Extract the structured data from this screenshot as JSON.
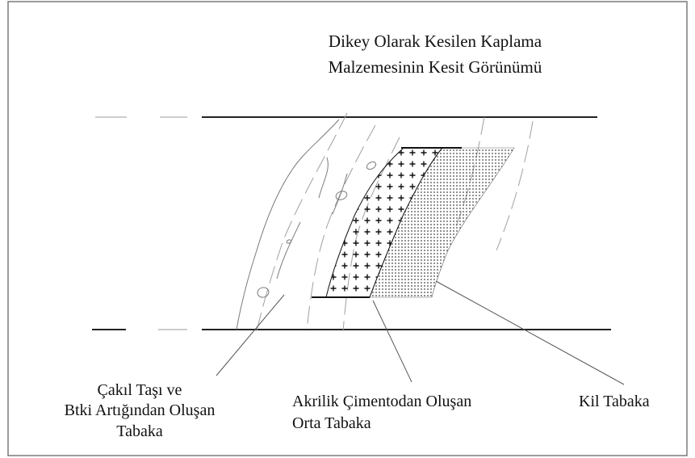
{
  "title": {
    "line1": "Dikey Olarak Kesilen Kaplama",
    "line2": "Malzemesinin Kesit Görünümü"
  },
  "labels": {
    "gravel_layer": {
      "line1": "Çakıl Taşı ve",
      "line2": "Btki Artığından Oluşan",
      "line3": "Tabaka"
    },
    "acrylic_layer": {
      "line1": "Akrilik Çimentodan Oluşan",
      "line2": "Orta Tabaka"
    },
    "clay_layer": {
      "line1": "Kil Tabaka"
    }
  },
  "colors": {
    "frame": "#7a7a7a",
    "ink": "#111111",
    "faint_line": "#9a9a9a",
    "dot_fill": "#5a5a5a"
  }
}
